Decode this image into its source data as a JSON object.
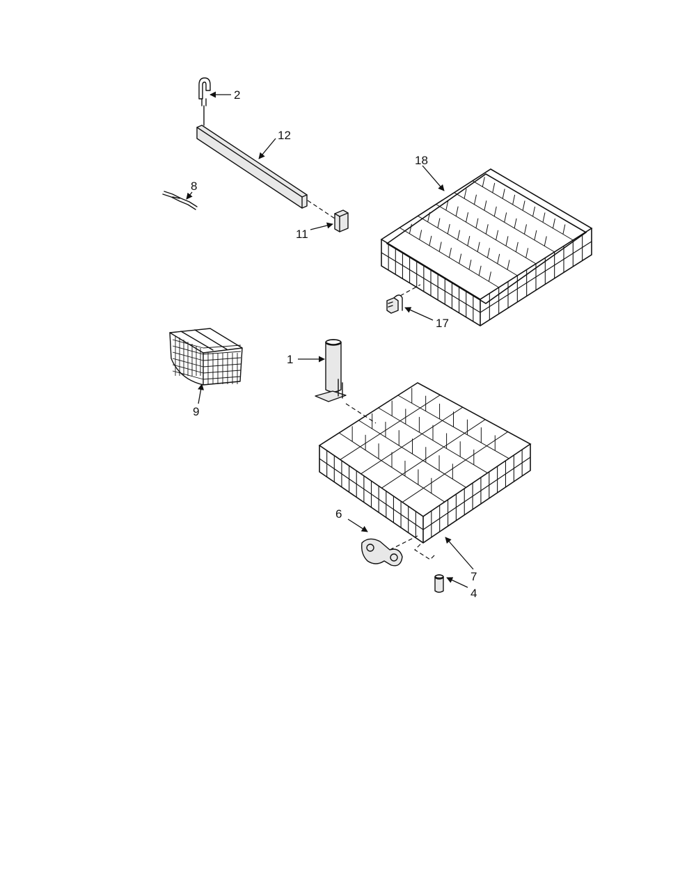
{
  "diagram": {
    "parts": [
      {
        "id": "part-2",
        "label": "2"
      },
      {
        "id": "part-12",
        "label": "12"
      },
      {
        "id": "part-8",
        "label": "8"
      },
      {
        "id": "part-11",
        "label": "11"
      },
      {
        "id": "part-18",
        "label": "18"
      },
      {
        "id": "part-17",
        "label": "17"
      },
      {
        "id": "part-9",
        "label": "9"
      },
      {
        "id": "part-1",
        "label": "1"
      },
      {
        "id": "part-6",
        "label": "6"
      },
      {
        "id": "part-7",
        "label": "7"
      },
      {
        "id": "part-4",
        "label": "4"
      }
    ]
  }
}
